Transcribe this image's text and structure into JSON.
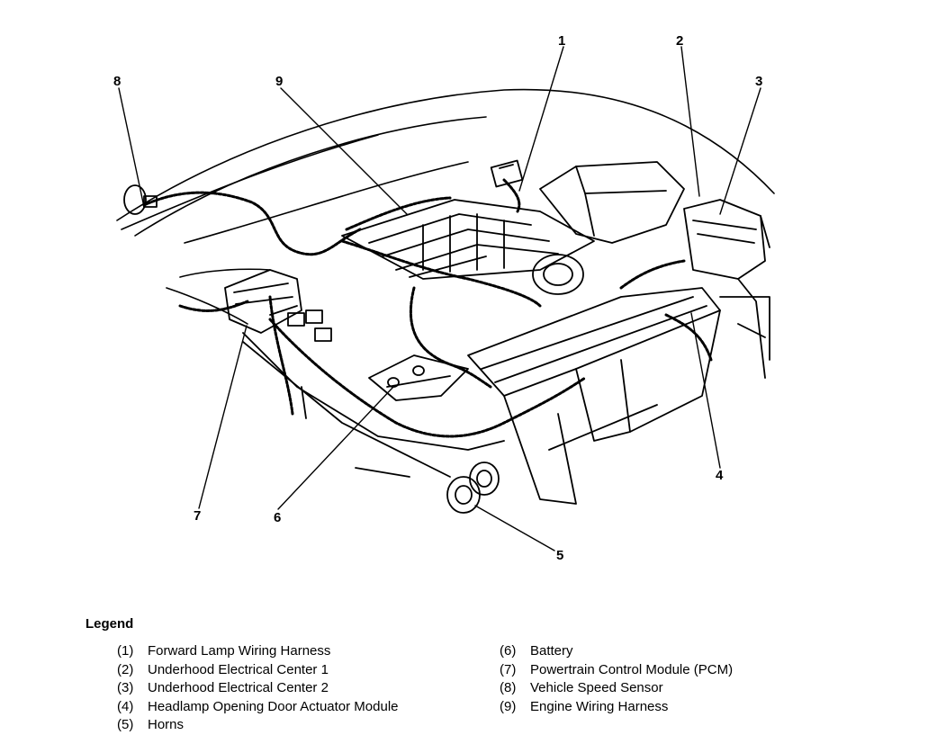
{
  "callouts": [
    "1",
    "2",
    "3",
    "4",
    "5",
    "6",
    "7",
    "8",
    "9"
  ],
  "legend": {
    "title": "Legend",
    "items": [
      {
        "num": "(1)",
        "label": "Forward Lamp Wiring Harness"
      },
      {
        "num": "(2)",
        "label": "Underhood Electrical Center 1"
      },
      {
        "num": "(3)",
        "label": "Underhood Electrical Center 2"
      },
      {
        "num": "(4)",
        "label": "Headlamp Opening Door Actuator Module"
      },
      {
        "num": "(5)",
        "label": "Horns"
      },
      {
        "num": "(6)",
        "label": "Battery"
      },
      {
        "num": "(7)",
        "label": "Powertrain Control Module (PCM)"
      },
      {
        "num": "(8)",
        "label": "Vehicle Speed Sensor"
      },
      {
        "num": "(9)",
        "label": "Engine Wiring Harness"
      }
    ]
  }
}
